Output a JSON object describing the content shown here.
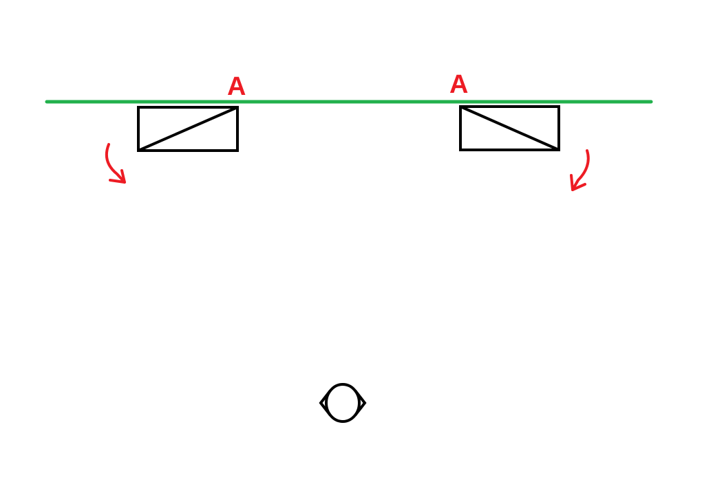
{
  "labels": {
    "left_marker": "A",
    "right_marker": "A"
  },
  "colors": {
    "wall": "#22b14c",
    "annotation": "#ed1c24",
    "outline": "#000000"
  },
  "elements": {
    "wall": "green-line",
    "left_object": "rectangle-with-diagonal",
    "right_object": "rectangle-with-diagonal",
    "left_arrow": "curved-arrow-down-right",
    "right_arrow": "curved-arrow-down-left",
    "viewer": "person-top-view"
  }
}
